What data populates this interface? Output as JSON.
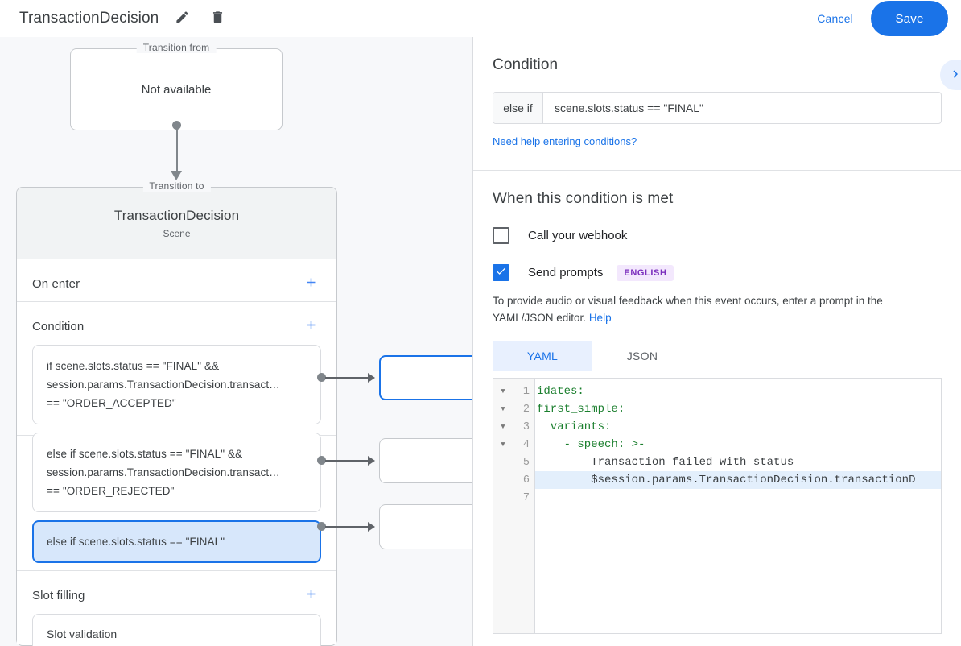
{
  "topbar": {
    "title": "TransactionDecision",
    "edit_icon": "pencil-icon",
    "delete_icon": "trash-icon",
    "cancel_label": "Cancel",
    "save_label": "Save",
    "accent": "#1a73e8"
  },
  "canvas": {
    "transition_from": {
      "legend": "Transition from",
      "value": "Not available"
    },
    "transition_to": {
      "legend": "Transition to",
      "name": "TransactionDecision",
      "subtitle": "Scene"
    },
    "sections": [
      {
        "title": "On enter",
        "add_label": "+"
      },
      {
        "title": "Condition",
        "add_label": "+"
      },
      {
        "title": "Slot filling",
        "add_label": "+"
      }
    ],
    "conditions": [
      {
        "lines": [
          "if scene.slots.status == \"FINAL\" &&",
          "session.params.TransactionDecision.transact…",
          "== \"ORDER_ACCEPTED\""
        ],
        "selected": false
      },
      {
        "lines": [
          "else if scene.slots.status == \"FINAL\" &&",
          "session.params.TransactionDecision.transact…",
          "== \"ORDER_REJECTED\""
        ],
        "selected": false
      },
      {
        "lines": [
          "else if scene.slots.status == \"FINAL\""
        ],
        "selected": true
      }
    ],
    "slot_filling": {
      "label": "Slot validation"
    }
  },
  "panel": {
    "condition_heading": "Condition",
    "expand_icon": "chevron-right-icon",
    "condition_prefix": "else if",
    "condition_value": "scene.slots.status == \"FINAL\"",
    "condition_placeholder": "Enter a condition",
    "help_conditions_link": "Need help entering conditions?",
    "when_heading": "When this condition is met",
    "webhook": {
      "label": "Call your webhook",
      "checked": false
    },
    "send_prompts": {
      "label": "Send prompts",
      "checked": true,
      "badge": "ENGLISH"
    },
    "description": "To provide audio or visual feedback when this event occurs, enter a prompt in the YAML/JSON editor.",
    "help_label": "Help",
    "tabs": [
      {
        "label": "YAML",
        "active": true
      },
      {
        "label": "JSON",
        "active": false
      }
    ],
    "editor": {
      "lines": [
        {
          "n": "1",
          "fold": true,
          "text": "idates:",
          "kind": "key",
          "hl": false
        },
        {
          "n": "2",
          "fold": true,
          "text": "first_simple:",
          "kind": "key",
          "hl": false
        },
        {
          "n": "3",
          "fold": true,
          "text": "  variants:",
          "kind": "key",
          "hl": false
        },
        {
          "n": "4",
          "fold": true,
          "text": "    - speech: >-",
          "kind": "key",
          "hl": false
        },
        {
          "n": "5",
          "fold": false,
          "text": "        Transaction failed with status",
          "kind": "text",
          "hl": false
        },
        {
          "n": "6",
          "fold": false,
          "text": "        $session.params.TransactionDecision.transactionD",
          "kind": "text",
          "hl": true
        },
        {
          "n": "7",
          "fold": false,
          "text": "",
          "kind": "text",
          "hl": false
        }
      ]
    }
  }
}
